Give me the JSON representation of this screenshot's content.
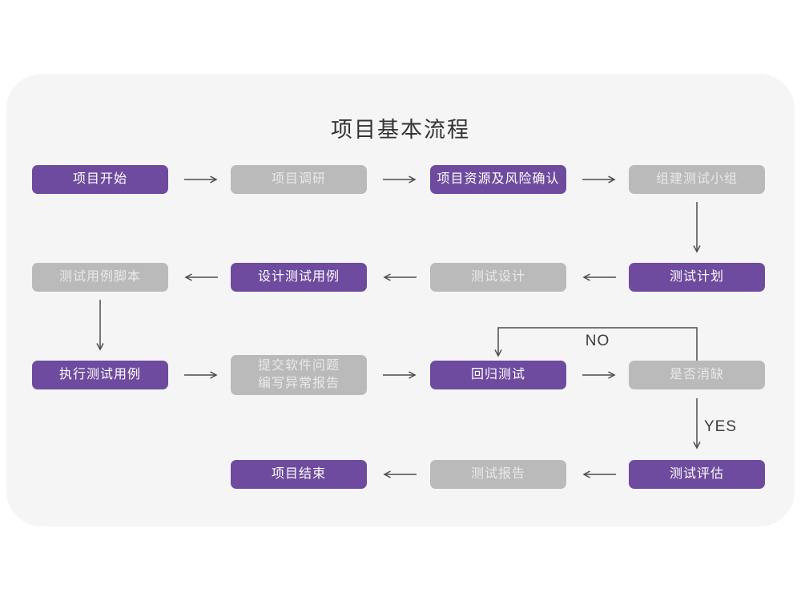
{
  "title": "项目基本流程",
  "nodes": [
    {
      "id": "project-start",
      "label": "项目开始",
      "variant": "purple"
    },
    {
      "id": "project-survey",
      "label": "项目调研",
      "variant": "gray"
    },
    {
      "id": "risk-confirm",
      "label": "项目资源及风险确认",
      "variant": "purple"
    },
    {
      "id": "build-team",
      "label": "组建测试小组",
      "variant": "gray"
    },
    {
      "id": "test-plan",
      "label": "测试计划",
      "variant": "purple"
    },
    {
      "id": "test-design",
      "label": "测试设计",
      "variant": "gray"
    },
    {
      "id": "design-cases",
      "label": "设计测试用例",
      "variant": "purple"
    },
    {
      "id": "case-script",
      "label": "测试用例脚本",
      "variant": "gray"
    },
    {
      "id": "execute-cases",
      "label": "执行测试用例",
      "variant": "purple"
    },
    {
      "id": "submit-report",
      "label": "提交软件问题\n编写异常报告",
      "variant": "gray"
    },
    {
      "id": "regression-test",
      "label": "回归测试",
      "variant": "purple"
    },
    {
      "id": "defect-cleared",
      "label": "是否消缺",
      "variant": "gray"
    },
    {
      "id": "test-evaluate",
      "label": "测试评估",
      "variant": "purple"
    },
    {
      "id": "test-report",
      "label": "测试报告",
      "variant": "gray"
    },
    {
      "id": "project-end",
      "label": "项目结束",
      "variant": "purple"
    }
  ],
  "edge_labels": {
    "no": "NO",
    "yes": "YES"
  },
  "colors": {
    "accent_purple": "#6e4b9e",
    "inactive_gray": "#bababa",
    "panel_background": "#f5f5f6",
    "arrow": "#4d4d4d"
  }
}
